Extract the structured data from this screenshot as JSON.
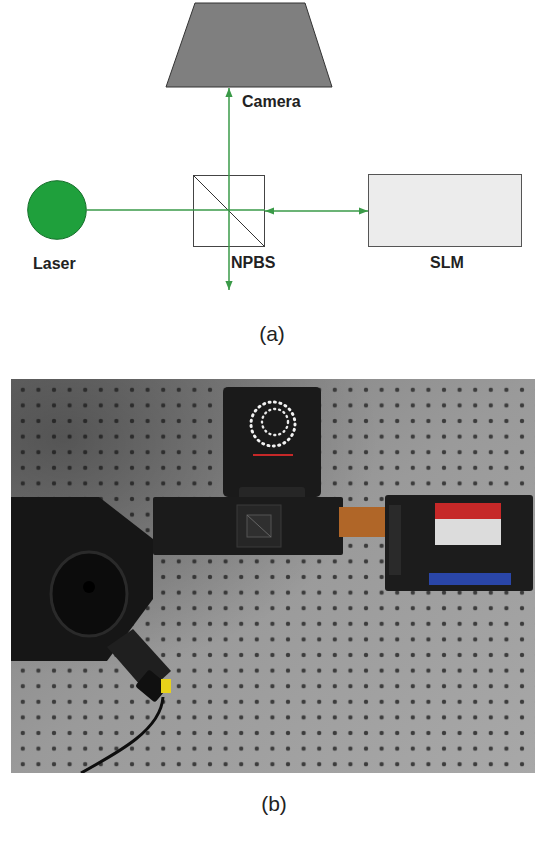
{
  "diagram": {
    "nodes": [
      {
        "text": [
          "Camera"
        ]
      },
      {
        "text": [
          "Laser"
        ]
      },
      {
        "text": [
          "NPBS"
        ]
      },
      {
        "text": [
          "SLM"
        ]
      }
    ],
    "edges": [
      {
        "from": 1,
        "to": 2,
        "arrow": "none"
      },
      {
        "from": 2,
        "to": 3,
        "arrow": "both"
      },
      {
        "from": 2,
        "to": 0,
        "arrow": "to"
      }
    ],
    "labels": [
      "(a)",
      "(b)"
    ]
  }
}
